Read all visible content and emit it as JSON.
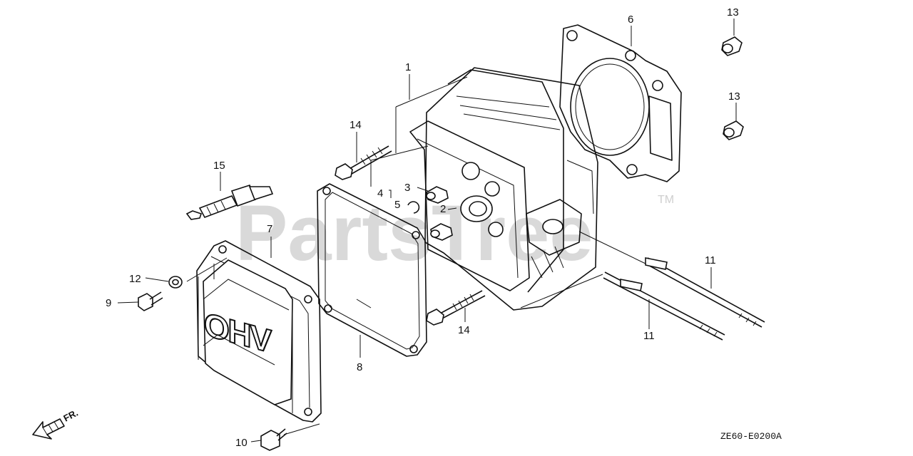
{
  "watermark": {
    "text": "PartsTree",
    "trademark": "TM"
  },
  "drawing_code": "ZE60-E0200A",
  "direction_label": "FR.",
  "callouts": {
    "c1": "1",
    "c2": "2",
    "c3": "3",
    "c4": "4",
    "c5": "5",
    "c6": "6",
    "c7": "7",
    "c8": "8",
    "c9": "9",
    "c10": "10",
    "c11a": "11",
    "c11b": "11",
    "c12": "12",
    "c13a": "13",
    "c13b": "13",
    "c14a": "14",
    "c14b": "14",
    "c15": "15"
  },
  "cover_lettering": "OHV",
  "colors": {
    "line": "#111111",
    "watermark": "#d9d9d9",
    "background": "#ffffff"
  }
}
